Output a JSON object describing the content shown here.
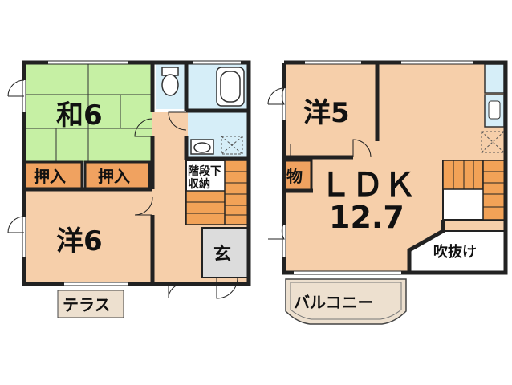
{
  "floor1": {
    "washitsu": "和6",
    "oshiire_1": "押入",
    "oshiire_2": "押入",
    "youshitsu": "洋6",
    "stair_storage_line1": "階段下",
    "stair_storage_line2": "収納",
    "entrance": "玄",
    "terrace": "テラス"
  },
  "floor2": {
    "youshitsu": "洋5",
    "storage": "物",
    "ldk_line1": "ＬＤＫ",
    "ldk_line2": "12.7",
    "fukinuke": "吹抜け",
    "balcony": "バルコニー"
  },
  "colors": {
    "washitsu": "#c6f0a4",
    "youshitsu": "#f6cfaa",
    "oshiire": "#f0a260",
    "stair": "#f2a257",
    "wet_area": "#d6eef8",
    "entrance": "#dcdcdc",
    "terrace": "#ede0cf",
    "wall": "#222222"
  },
  "icons": [
    "toilet-icon",
    "bathtub-icon",
    "washbasin-icon",
    "washer-pan-icon",
    "refrigerator-icon",
    "kitchen-sink-icon",
    "stove-icon"
  ]
}
